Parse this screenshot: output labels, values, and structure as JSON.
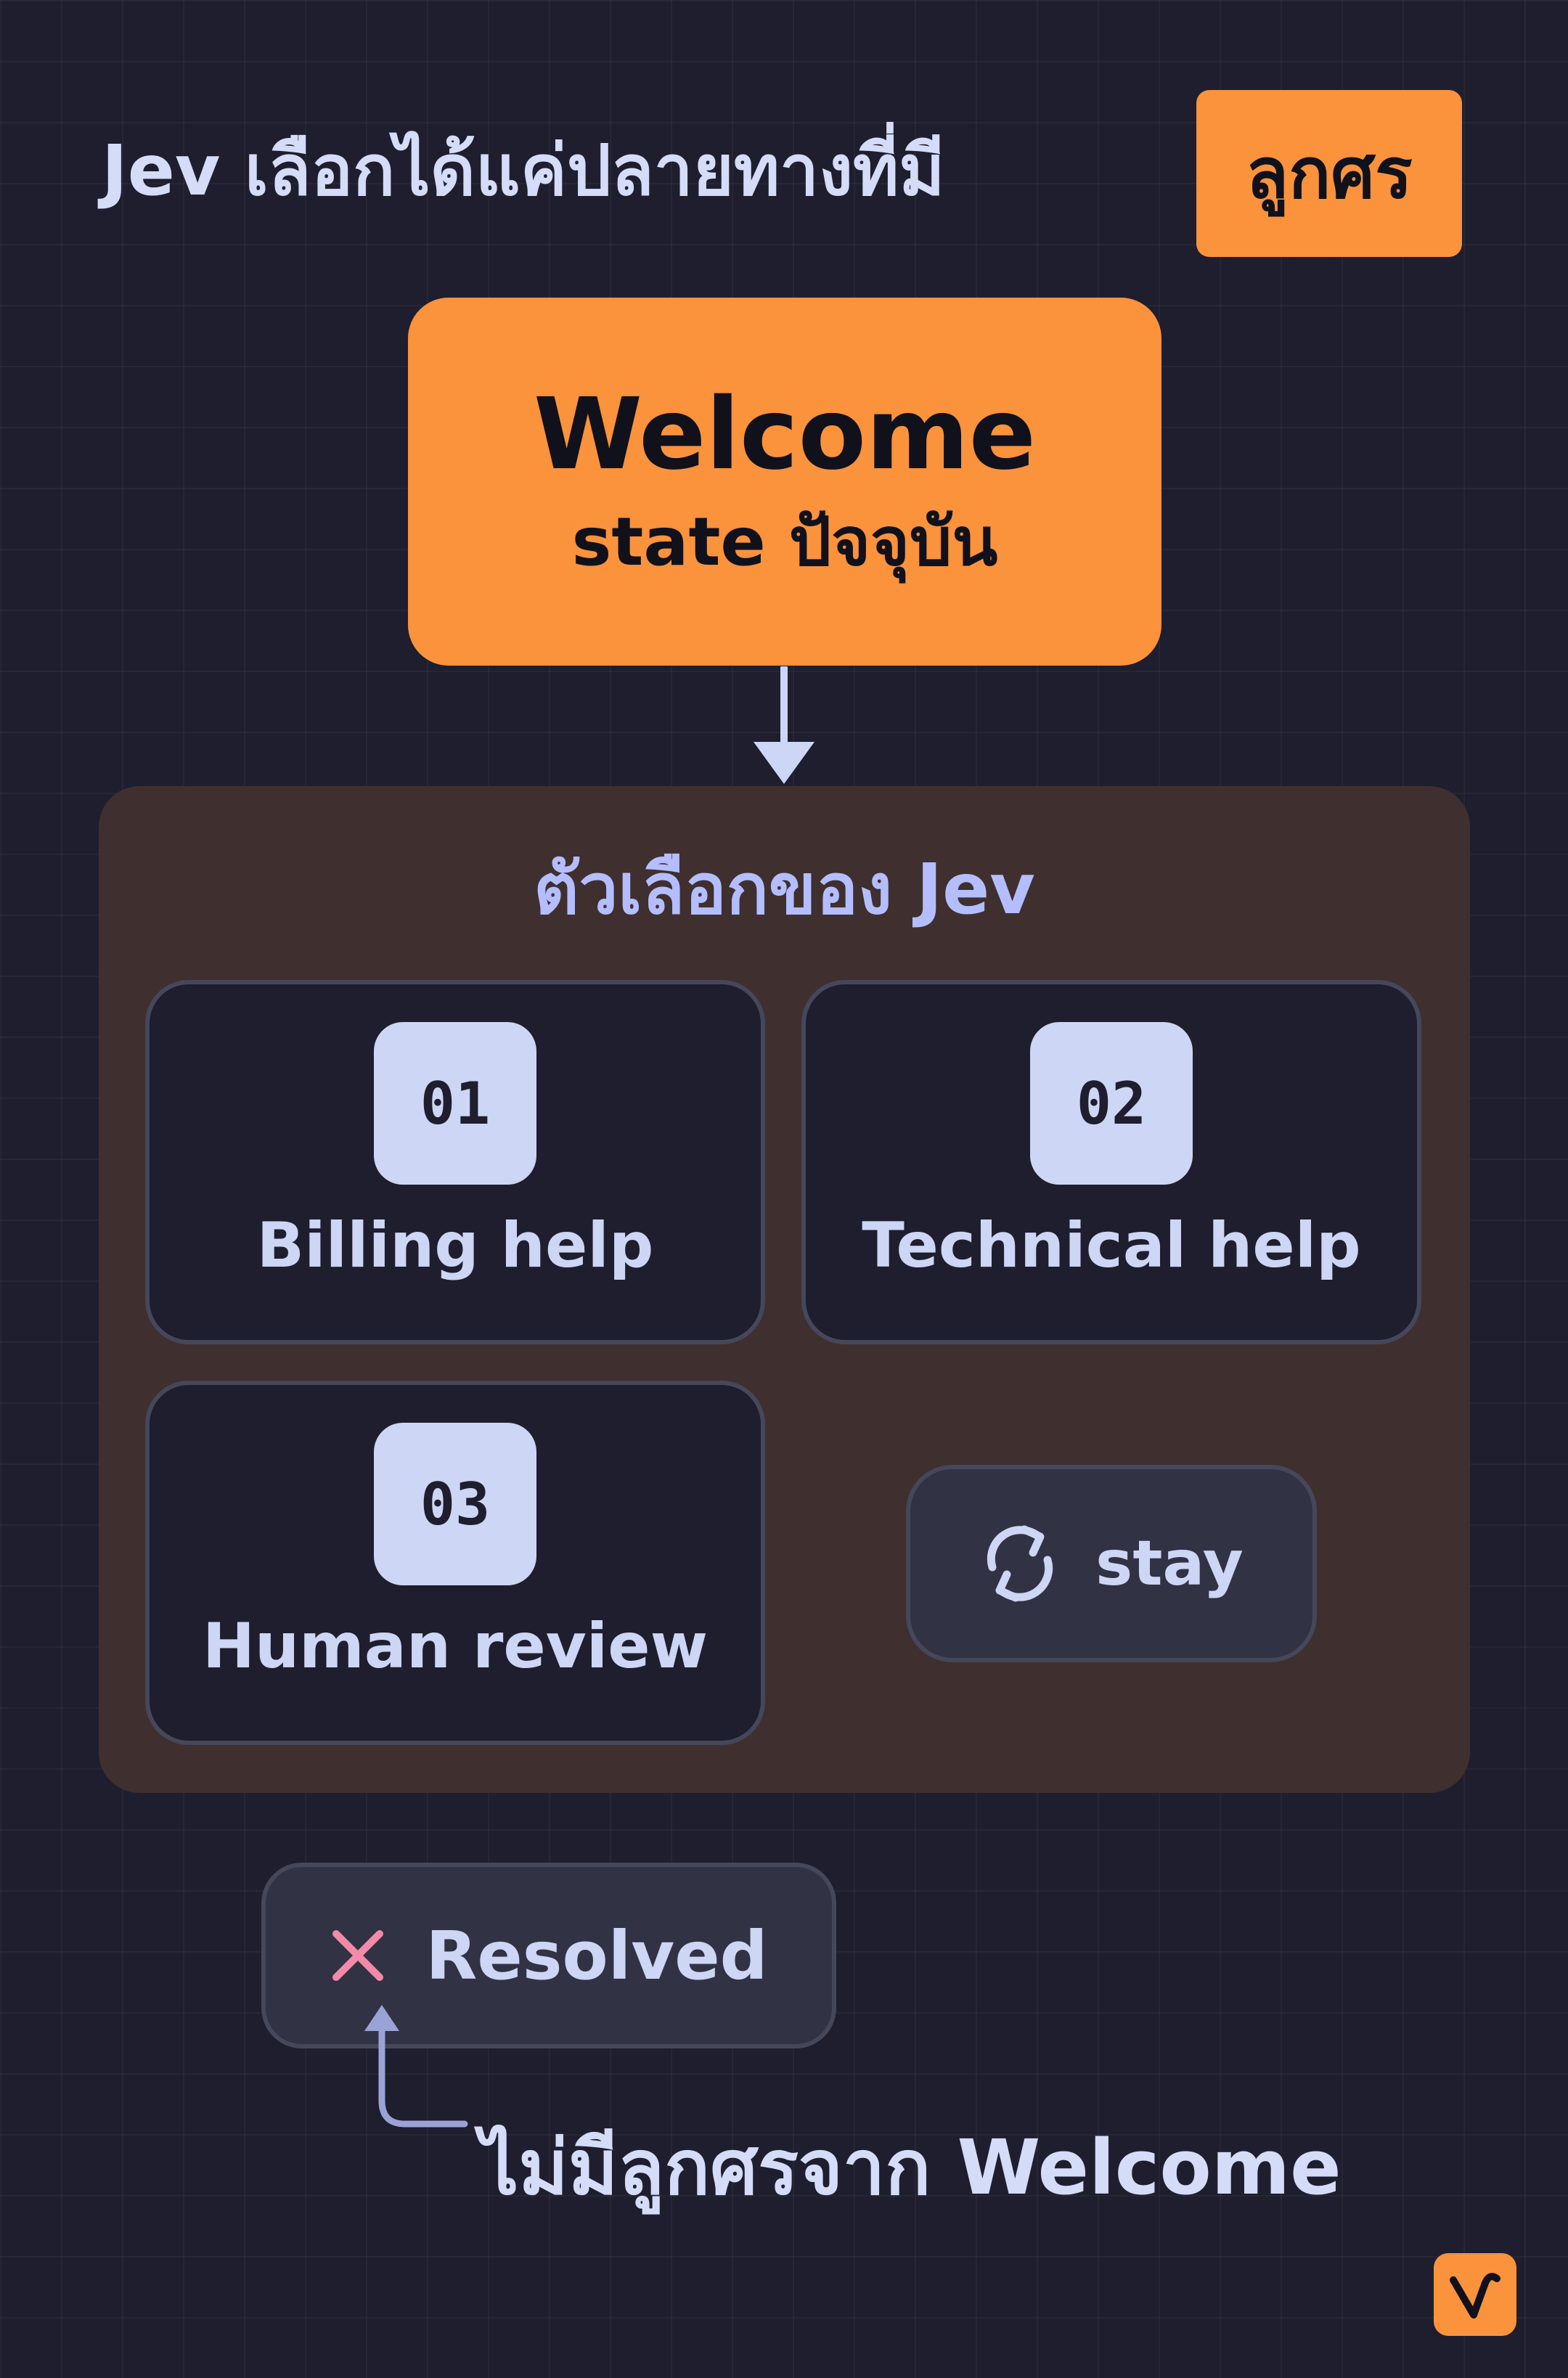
{
  "title": {
    "text": "Jev เลือกได้แค่ปลายทางที่มี",
    "highlight": "ลูกศร"
  },
  "current_state": {
    "name": "Welcome",
    "caption": "state ปัจจุบัน"
  },
  "options": {
    "heading": "ตัวเลือกของ Jev",
    "items": [
      {
        "number": "01",
        "label": "Billing help"
      },
      {
        "number": "02",
        "label": "Technical help"
      },
      {
        "number": "03",
        "label": "Human review"
      }
    ],
    "stay": {
      "label": "stay",
      "icon": "refresh-icon"
    }
  },
  "resolved": {
    "label": "Resolved",
    "icon": "close-icon",
    "note": "ไม่มีลูกศรจาก Welcome"
  },
  "colors": {
    "background": "#1e1e2e",
    "accent": "#fb923c",
    "panel": "#3f2f2f",
    "card": "#1e1e2e",
    "text": "#cdd6f4",
    "heading": "#b4befe",
    "x_mark": "#f38ba8"
  },
  "brand": {
    "icon": "logo-icon"
  }
}
